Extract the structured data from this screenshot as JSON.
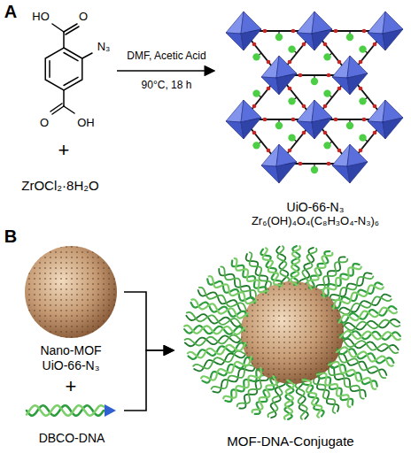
{
  "diagram": {
    "nodes": [
      {
        "text": [
          "UiO-66-N₃",
          "Zr₆(OH)₄O₄(C₈H₃O₄-N₃)₆"
        ]
      },
      {
        "text": [
          "Nano-MOF",
          "UiO-66-N₃"
        ]
      },
      {
        "text": [
          "DBCO-DNA"
        ]
      },
      {
        "text": [
          "MOF-DNA-Conjugate"
        ]
      }
    ],
    "edges": [
      {
        "from": 1,
        "to": 3,
        "arrow": "to"
      },
      {
        "from": 2,
        "to": 3,
        "arrow": "to"
      }
    ],
    "labels": [
      "A",
      "HO",
      "O",
      "N₃",
      "O",
      "OH",
      "+",
      "ZrOCl₂·8H₂O",
      "DMF, Acetic Acid",
      "90°C, 18 h",
      "B",
      "+"
    ]
  }
}
